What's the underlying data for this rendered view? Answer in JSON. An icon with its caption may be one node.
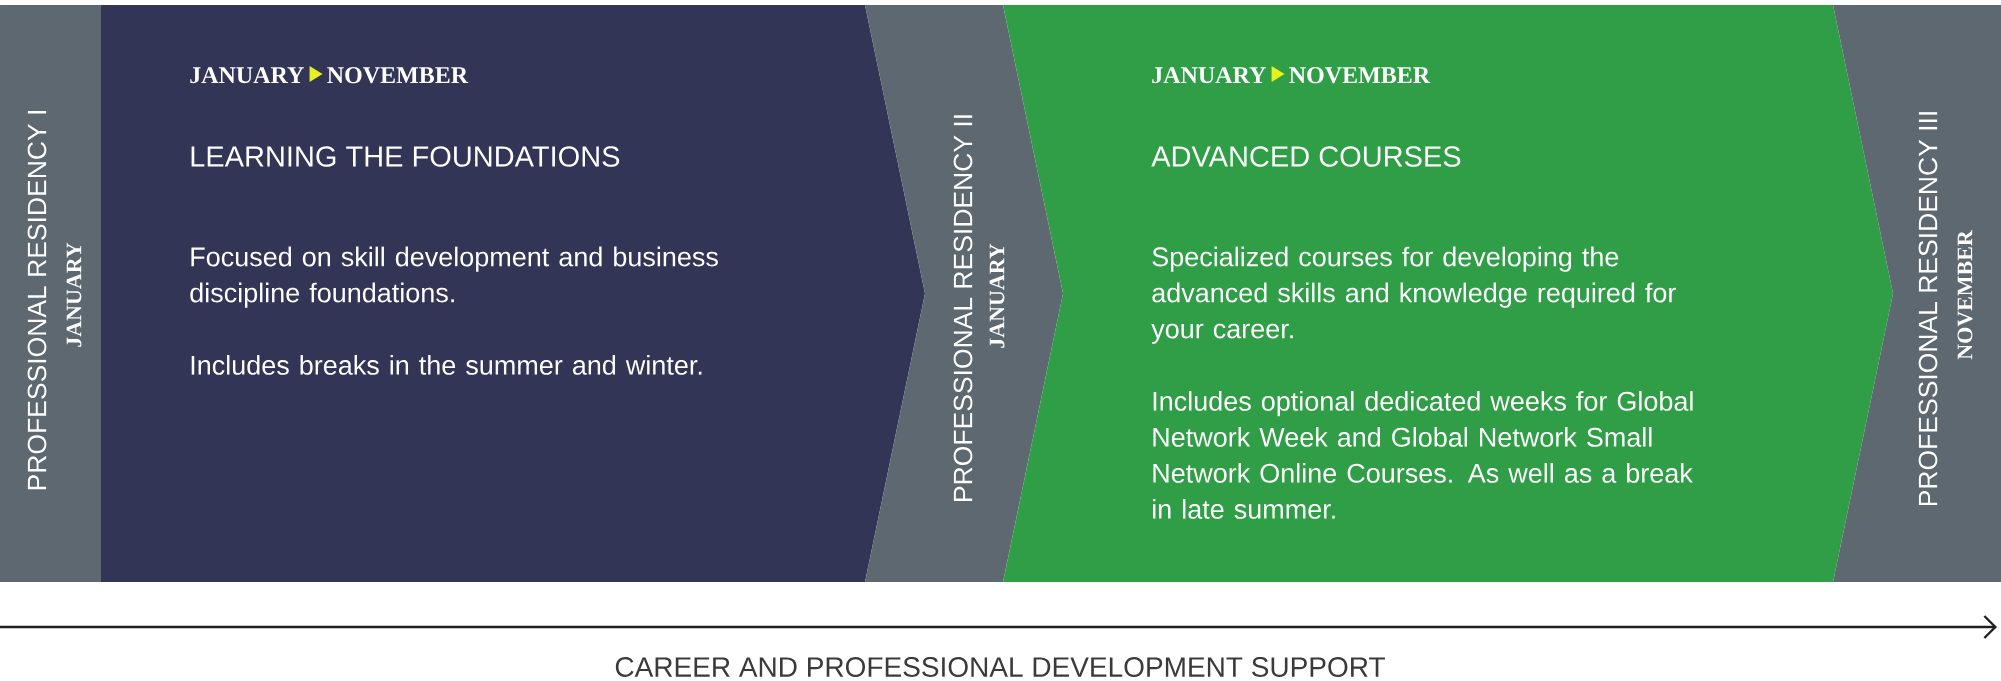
{
  "diagram": {
    "nodes": [
      {
        "text": [
          "PROFESSIONAL RESIDENCY I",
          "JANUARY"
        ]
      },
      {
        "text": [
          "JANUARY",
          "NOVEMBER",
          "LEARNING THE FOUNDATIONS",
          "Focused on skill development and business discipline foundations.",
          "Includes breaks in the summer and winter."
        ]
      },
      {
        "text": [
          "PROFESSIONAL RESIDENCY II",
          "JANUARY"
        ]
      },
      {
        "text": [
          "JANUARY",
          "NOVEMBER",
          "ADVANCED COURSES",
          "Specialized courses for developing the advanced skills and knowledge required for your career.",
          "Includes optional dedicated weeks for Global Network Week and Global Network Small Network Online Courses. As well as a break in late summer."
        ]
      },
      {
        "text": [
          "PROFESSIONAL RESIDENCY III",
          "NOVEMBER"
        ]
      }
    ],
    "labels": [
      "CAREER AND PROFESSIONAL DEVELOPMENT SUPPORT"
    ]
  }
}
